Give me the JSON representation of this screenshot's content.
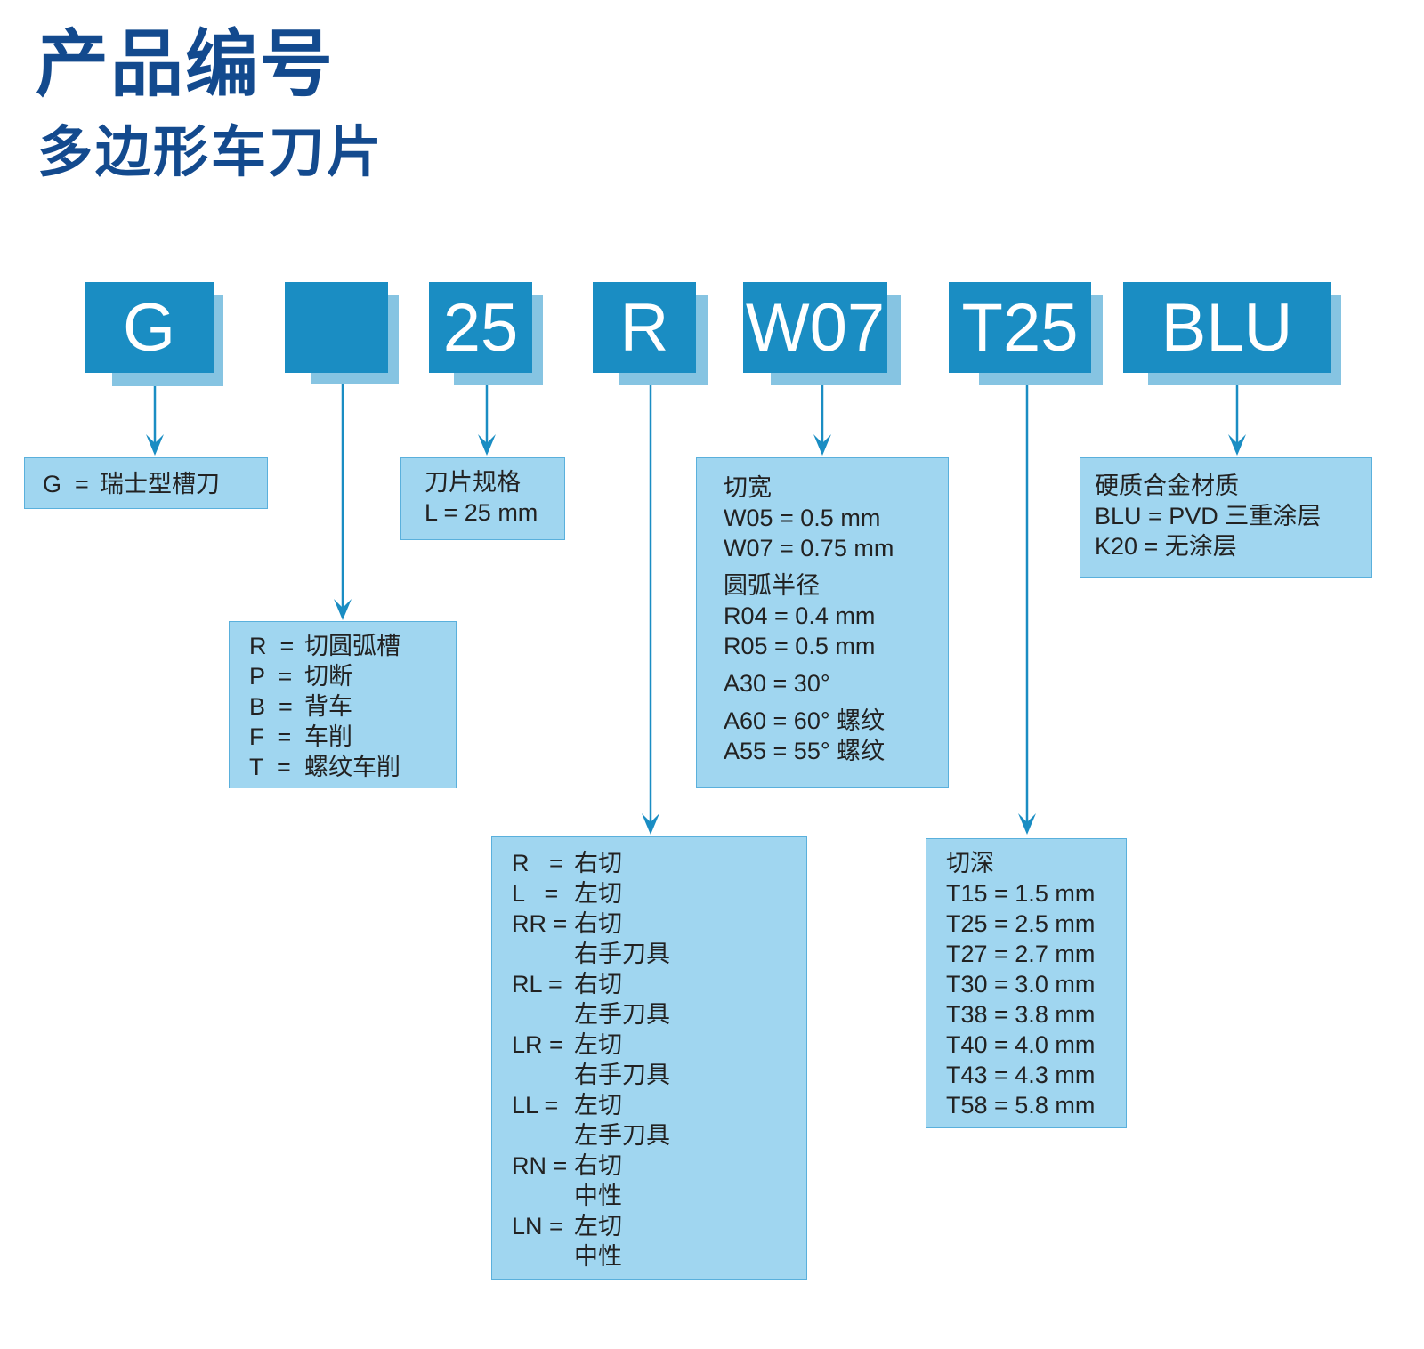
{
  "title": "产品编号",
  "subtitle": "多边形车刀片",
  "colors": {
    "title": "#134a8e",
    "code_box": "#1a8dc3",
    "code_shadow": "#86c4e2",
    "desc_box": "#a0d6f0",
    "arrow": "#1a8dc3"
  },
  "segments": [
    {
      "code": "G",
      "desc": {
        "items": [
          {
            "code": "G  =",
            "meaning": "瑞士型槽刀"
          }
        ]
      }
    },
    {
      "code": "",
      "desc": {
        "items": [
          {
            "code": "R  =",
            "meaning": "切圆弧槽"
          },
          {
            "code": "P  =",
            "meaning": "切断"
          },
          {
            "code": "B  =",
            "meaning": "背车"
          },
          {
            "code": "F  =",
            "meaning": "车削"
          },
          {
            "code": "T  =",
            "meaning": "螺纹车削"
          }
        ]
      }
    },
    {
      "code": "25",
      "desc": {
        "heading": "刀片规格",
        "items": [
          {
            "code": "",
            "meaning": "L = 25 mm"
          }
        ]
      }
    },
    {
      "code": "R",
      "desc": {
        "items": [
          {
            "code": "R   =",
            "meaning": "右切"
          },
          {
            "code": "L   =",
            "meaning": "左切"
          },
          {
            "code": "RR =",
            "meaning": "右切\n右手刀具"
          },
          {
            "code": "RL =",
            "meaning": "右切\n左手刀具"
          },
          {
            "code": "LR =",
            "meaning": "左切\n右手刀具"
          },
          {
            "code": "LL =",
            "meaning": "左切\n左手刀具"
          },
          {
            "code": "RN =",
            "meaning": "右切\n中性"
          },
          {
            "code": "LN =",
            "meaning": "左切\n中性"
          }
        ]
      }
    },
    {
      "code": "W07",
      "desc": {
        "groups": [
          {
            "lines": [
              "切宽",
              "W05 = 0.5 mm",
              "W07 = 0.75 mm"
            ]
          },
          {
            "lines": [
              "圆弧半径",
              "R04 = 0.4 mm",
              "R05 = 0.5 mm"
            ]
          },
          {
            "lines": [
              "A30 = 30°"
            ]
          },
          {
            "lines": [
              "A60 = 60° 螺纹",
              "A55 = 55° 螺纹"
            ]
          }
        ]
      }
    },
    {
      "code": "T25",
      "desc": {
        "heading": "切深",
        "items": [
          {
            "code": "",
            "meaning": "T15 = 1.5 mm"
          },
          {
            "code": "",
            "meaning": "T25 = 2.5 mm"
          },
          {
            "code": "",
            "meaning": "T27 = 2.7 mm"
          },
          {
            "code": "",
            "meaning": "T30 = 3.0 mm"
          },
          {
            "code": "",
            "meaning": "T38 = 3.8 mm"
          },
          {
            "code": "",
            "meaning": "T40 = 4.0 mm"
          },
          {
            "code": "",
            "meaning": "T43 = 4.3 mm"
          },
          {
            "code": "",
            "meaning": "T58 = 5.8 mm"
          }
        ]
      }
    },
    {
      "code": "BLU",
      "desc": {
        "heading": "硬质合金材质",
        "items": [
          {
            "code": "",
            "meaning": "BLU = PVD 三重涂层"
          },
          {
            "code": "",
            "meaning": "K20 = 无涂层"
          }
        ]
      }
    }
  ]
}
